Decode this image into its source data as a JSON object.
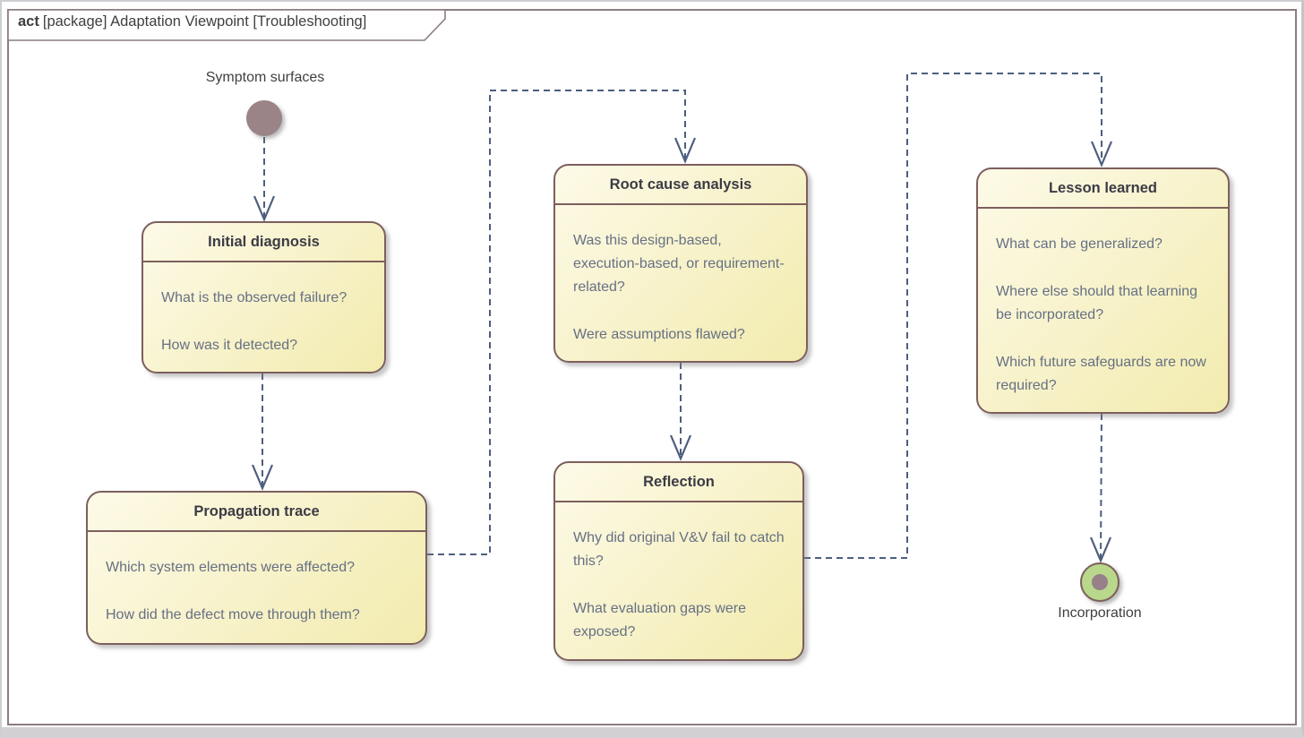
{
  "frame": {
    "keyword": "act",
    "title": "[package] Adaptation Viewpoint [Troubleshooting]"
  },
  "start": {
    "label": "Symptom surfaces"
  },
  "end": {
    "label": "Incorporation"
  },
  "activities": {
    "initial_diagnosis": {
      "title": "Initial diagnosis",
      "questions": [
        "What is the observed failure?",
        "How was it detected?"
      ]
    },
    "propagation_trace": {
      "title": "Propagation trace",
      "questions": [
        "Which system elements were affected?",
        "How did the defect move through them?"
      ]
    },
    "root_cause_analysis": {
      "title": "Root cause analysis",
      "questions": [
        "Was this design-based, execution-based, or requirement-related?",
        "Were assumptions flawed?"
      ]
    },
    "reflection": {
      "title": "Reflection",
      "questions": [
        "Why did original V&V fail to catch this?",
        "What evaluation gaps were exposed?"
      ]
    },
    "lesson_learned": {
      "title": "Lesson learned",
      "questions": [
        "What can be generalized?",
        "Where else should that learning be incorporated?",
        "Which future safeguards are now required?"
      ]
    }
  },
  "edges": [
    {
      "from": "start",
      "to": "Initial diagnosis"
    },
    {
      "from": "Initial diagnosis",
      "to": "Propagation trace"
    },
    {
      "from": "Propagation trace",
      "to": "Root cause analysis"
    },
    {
      "from": "Root cause analysis",
      "to": "Reflection"
    },
    {
      "from": "Reflection",
      "to": "Lesson learned"
    },
    {
      "from": "Lesson learned",
      "to": "end"
    }
  ],
  "colors": {
    "activity_fill_light": "#fdfae8",
    "activity_fill_dark": "#f2ebae",
    "activity_border": "#7d5f5d",
    "activity_title_text": "#3c3b45",
    "activity_body_text": "#667084",
    "connector": "#4d5e7e",
    "start_fill": "#9b8487",
    "end_fill": "#b9d88b",
    "end_inner": "#97808a",
    "end_border": "#7d5f5d",
    "frame_border": "#8b7d80",
    "label_text": "#3f3f3f"
  }
}
